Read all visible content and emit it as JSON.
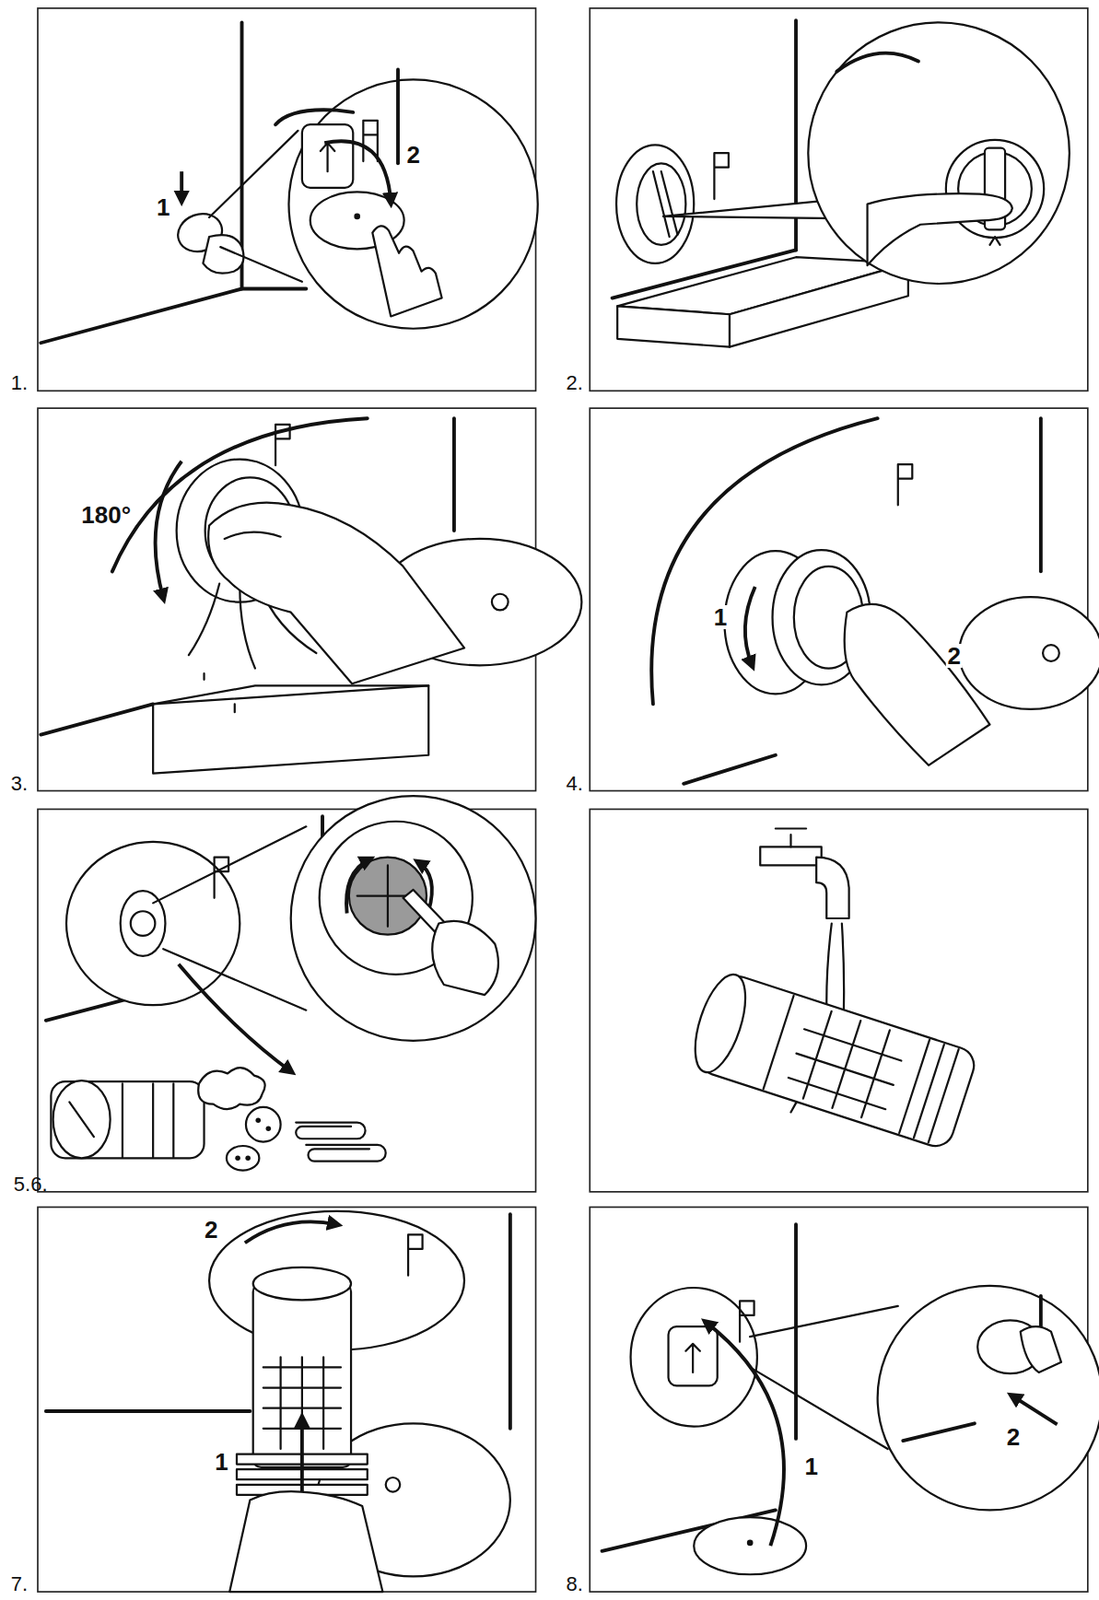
{
  "diagram": {
    "labels": [
      "1",
      "2",
      "1.",
      "2.",
      "180°",
      "3.",
      "1",
      "2",
      "4.",
      "5.6.",
      "2",
      "1",
      "7.",
      "1",
      "2",
      "8."
    ]
  }
}
